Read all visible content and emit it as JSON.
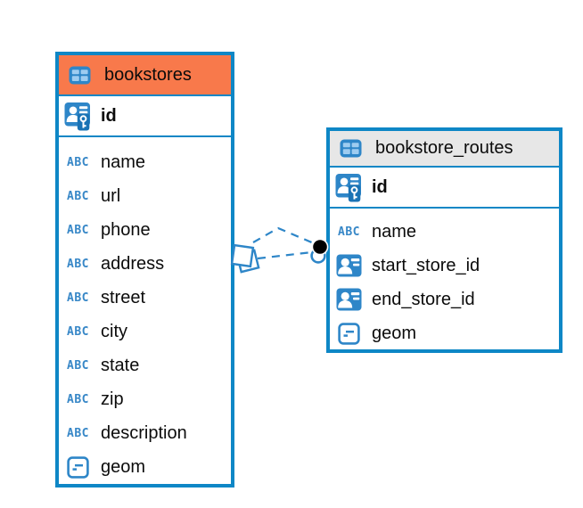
{
  "diagram": {
    "icons": {
      "text_glyph": "ABC"
    },
    "colors": {
      "table_border": "#0E87C6",
      "icon_blue": "#2E86C8",
      "bookstores_header": "#F8794B",
      "routes_header": "#E7E7E7",
      "relation_line": "#2E86C8",
      "target_dot": "#000000"
    },
    "tables": [
      {
        "name": "bookstores",
        "primary_key": "id",
        "fields": [
          {
            "icon": "text",
            "name": "name"
          },
          {
            "icon": "text",
            "name": "url"
          },
          {
            "icon": "text",
            "name": "phone"
          },
          {
            "icon": "text",
            "name": "address"
          },
          {
            "icon": "text",
            "name": "street"
          },
          {
            "icon": "text",
            "name": "city"
          },
          {
            "icon": "text",
            "name": "state"
          },
          {
            "icon": "text",
            "name": "zip"
          },
          {
            "icon": "text",
            "name": "description"
          },
          {
            "icon": "geometry",
            "name": "geom"
          }
        ]
      },
      {
        "name": "bookstore_routes",
        "primary_key": "id",
        "fields": [
          {
            "icon": "text",
            "name": "name"
          },
          {
            "icon": "reference",
            "name": "start_store_id"
          },
          {
            "icon": "reference",
            "name": "end_store_id"
          },
          {
            "icon": "geometry",
            "name": "geom"
          }
        ]
      }
    ],
    "connections": [
      {
        "style": "dashed",
        "from_table": "bookstores",
        "to_table": "bookstore_routes"
      },
      {
        "style": "dashed",
        "from_table": "bookstores",
        "to_table": "bookstore_routes"
      }
    ]
  }
}
